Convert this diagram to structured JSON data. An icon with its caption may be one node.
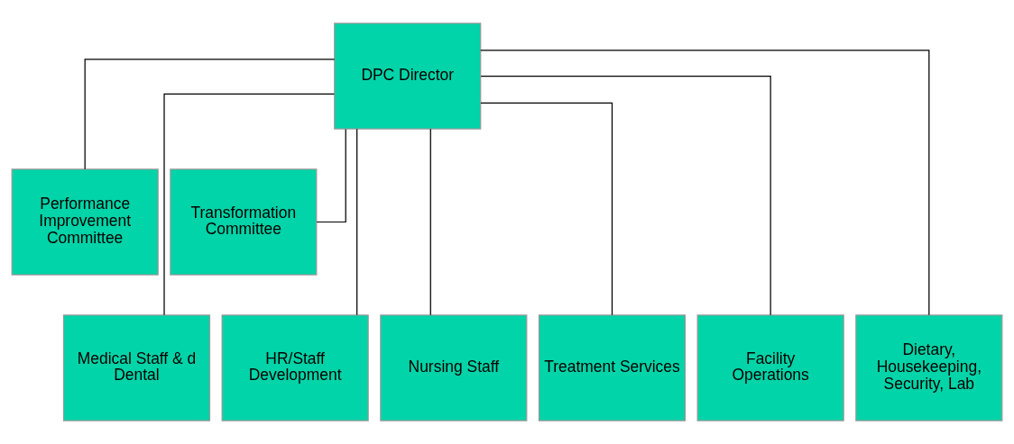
{
  "diagram": {
    "nodes": [
      {
        "text": [
          "DPC Director"
        ]
      },
      {
        "text": [
          "Performance Improvement Committee"
        ]
      },
      {
        "text": [
          "Transformation Committee"
        ]
      },
      {
        "text": [
          "Medical Staff & d Dental"
        ]
      },
      {
        "text": [
          "HR/Staff Development"
        ]
      },
      {
        "text": [
          "Nursing Staff"
        ]
      },
      {
        "text": [
          "Treatment Services"
        ]
      },
      {
        "text": [
          "Facility Operations"
        ]
      },
      {
        "text": [
          "Dietary, Housekeeping, Security, Lab"
        ]
      }
    ],
    "edges": [
      {
        "from": 0,
        "to": 1,
        "arrow": "none"
      },
      {
        "from": 0,
        "to": 2,
        "arrow": "none"
      },
      {
        "from": 0,
        "to": 3,
        "arrow": "none"
      },
      {
        "from": 0,
        "to": 4,
        "arrow": "none"
      },
      {
        "from": 0,
        "to": 5,
        "arrow": "none"
      },
      {
        "from": 0,
        "to": 6,
        "arrow": "none"
      },
      {
        "from": 0,
        "to": 7,
        "arrow": "none"
      },
      {
        "from": 0,
        "to": 8,
        "arrow": "none"
      }
    ]
  }
}
